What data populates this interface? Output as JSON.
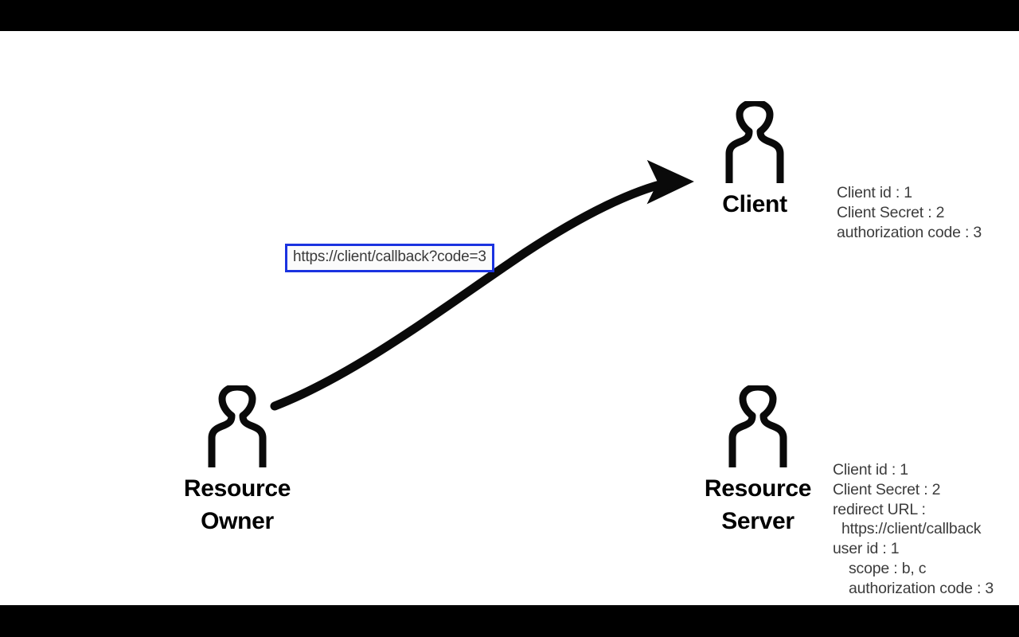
{
  "diagram": {
    "title": "OAuth 2.0 authorization code redirect",
    "background": "#ffffff",
    "letterbox_color": "#000000",
    "accent_color": "#1b33e0",
    "text_color": "#3c3c3c"
  },
  "actors": {
    "client": {
      "icon": "person-icon",
      "label": "Client"
    },
    "resource_owner": {
      "icon": "person-icon",
      "label": "Resource\nOwner"
    },
    "resource_server": {
      "icon": "person-icon",
      "label": "Resource\nServer"
    }
  },
  "arrow": {
    "icon": "curved-arrow-icon",
    "from": "resource-owner",
    "to": "client",
    "color": "#000000"
  },
  "url_callout": {
    "text": "https://client/callback?code=3",
    "border_color": "#1b33e0"
  },
  "client_annotations": [
    {
      "text": "Client id : 1",
      "indent": 0,
      "highlighted": false
    },
    {
      "text": "Client Secret : 2",
      "indent": 0,
      "highlighted": false
    },
    {
      "text": "authorization code : 3",
      "indent": 0,
      "highlighted": true
    }
  ],
  "resource_server_annotations": [
    {
      "text": "Client id : 1",
      "indent": 0,
      "highlighted": false
    },
    {
      "text": "Client Secret : 2",
      "indent": 0,
      "highlighted": false
    },
    {
      "text": "redirect URL :",
      "indent": 0,
      "highlighted": false
    },
    {
      "text": "https://client/callback",
      "indent": 1,
      "highlighted": false
    },
    {
      "text": "user id : 1",
      "indent": 0,
      "highlighted": false
    },
    {
      "text": "scope : b, c",
      "indent": 2,
      "highlighted": false
    },
    {
      "text": "authorization code : 3",
      "indent": 2,
      "highlighted": false
    }
  ]
}
